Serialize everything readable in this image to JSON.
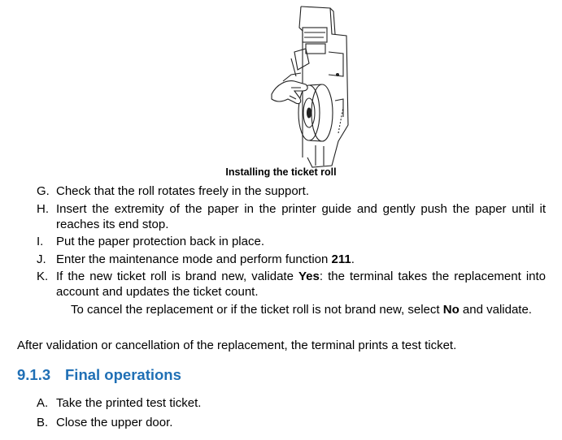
{
  "figure": {
    "caption": "Installing the ticket roll",
    "icon": "ticket-printer-illustration"
  },
  "steps": [
    {
      "marker": "G.",
      "text": "Check that the roll rotates freely in the support."
    },
    {
      "marker": "H.",
      "text": "Insert the extremity of the paper in the printer guide and gently push the paper until it reaches its end stop."
    },
    {
      "marker": "I.",
      "text": "Put the paper protection back in place."
    },
    {
      "marker": "J.",
      "pre": "Enter the maintenance mode and perform function ",
      "bold": "211",
      "post": "."
    },
    {
      "marker": "K.",
      "pre": "If the new ticket roll is brand new, validate ",
      "bold": "Yes",
      "post": ": the terminal takes the replacement into account and updates the ticket count.",
      "sub_pre": "To cancel the replacement or if the ticket roll is not brand new, select ",
      "sub_bold": "No",
      "sub_post": " and validate."
    }
  ],
  "after_paragraph": "After validation or cancellation of the replacement, the terminal prints a test ticket.",
  "section": {
    "number": "9.1.3",
    "title": "Final operations",
    "color": "#1f6fb5"
  },
  "final_steps": [
    {
      "marker": "A.",
      "text": "Take the printed test ticket."
    },
    {
      "marker": "B.",
      "text": "Close the upper door."
    }
  ]
}
